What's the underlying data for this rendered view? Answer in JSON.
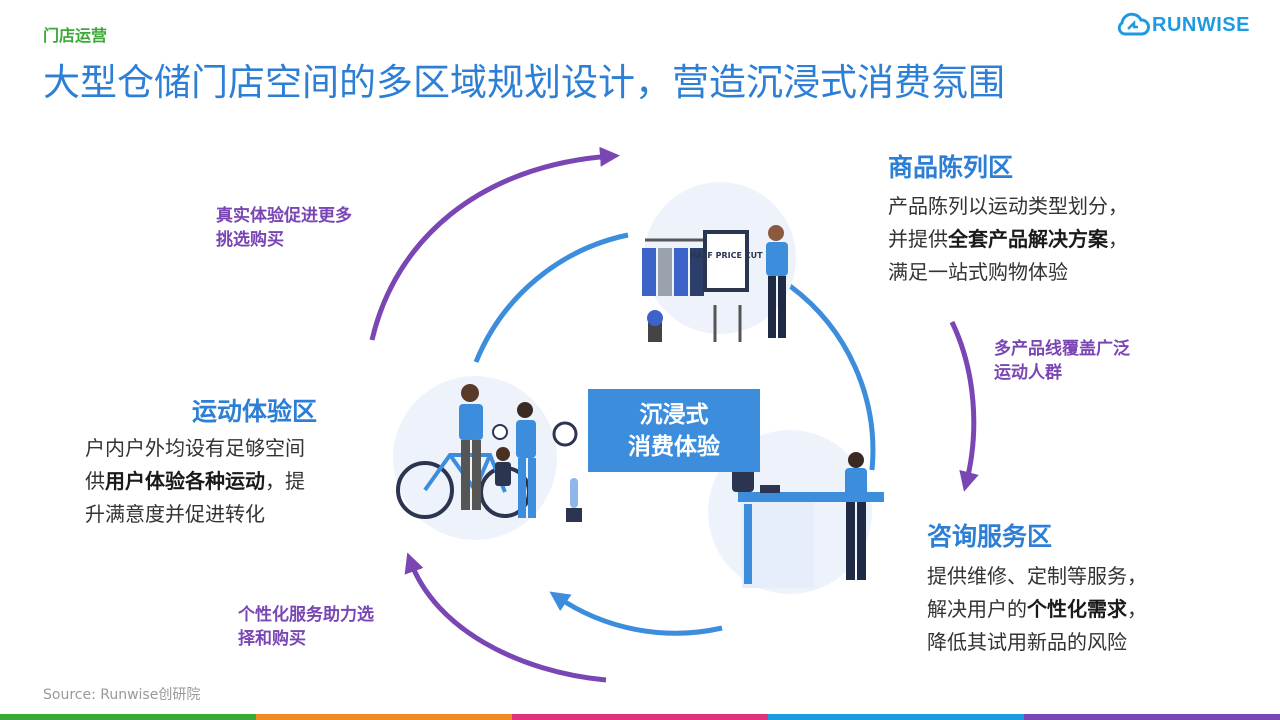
{
  "header": {
    "section_tag": "门店运营",
    "title": "大型仓储门店空间的多区域规划设计，营造沉浸式消费氛围",
    "logo_text": "RUNWISE"
  },
  "center": {
    "line1": "沉浸式",
    "line2": "消费体验"
  },
  "zones": {
    "display": {
      "heading": "商品陈列区",
      "line1": "产品陈列以运动类型划分，",
      "line2_prefix": "并提供",
      "line2_bold": "全套产品解决方案",
      "line2_suffix": "，",
      "line3": "满足一站式购物体验",
      "sign_text": "HALF PRICE CUT"
    },
    "service": {
      "heading": "咨询服务区",
      "line1": "提供维修、定制等服务，",
      "line2_prefix": "解决用户的",
      "line2_bold": "个性化需求",
      "line2_suffix": "，",
      "line3": "降低其试用新品的风险"
    },
    "experience": {
      "heading": "运动体验区",
      "line1": "户内户外均设有足够空间",
      "line2_prefix": "供",
      "line2_bold": "用户体验各种运动",
      "line2_suffix": "，提",
      "line3": "升满意度并促进转化"
    }
  },
  "cycle_labels": {
    "top_left_1": "真实体验促进更多",
    "top_left_2": "挑选购买",
    "right_1": "多产品线覆盖广泛",
    "right_2": "运动人群",
    "bottom_left_1": "个性化服务助力选",
    "bottom_left_2": "择和购买"
  },
  "source": "Source: Runwise创研院",
  "colors": {
    "title_blue": "#2d7fd6",
    "accent_green": "#3aa935",
    "cycle_purple": "#7a46b4",
    "ring_blue": "#3d8ddd",
    "bottom_bar": [
      "#3aa935",
      "#f08a24",
      "#e0317a",
      "#1e9be0",
      "#7a46b4"
    ]
  },
  "icons": {
    "logo": "cloud-arrow-icon",
    "display": "clothing-rack-salesperson-illustration",
    "service": "service-counter-illustration",
    "experience": "bike-family-illustration"
  }
}
